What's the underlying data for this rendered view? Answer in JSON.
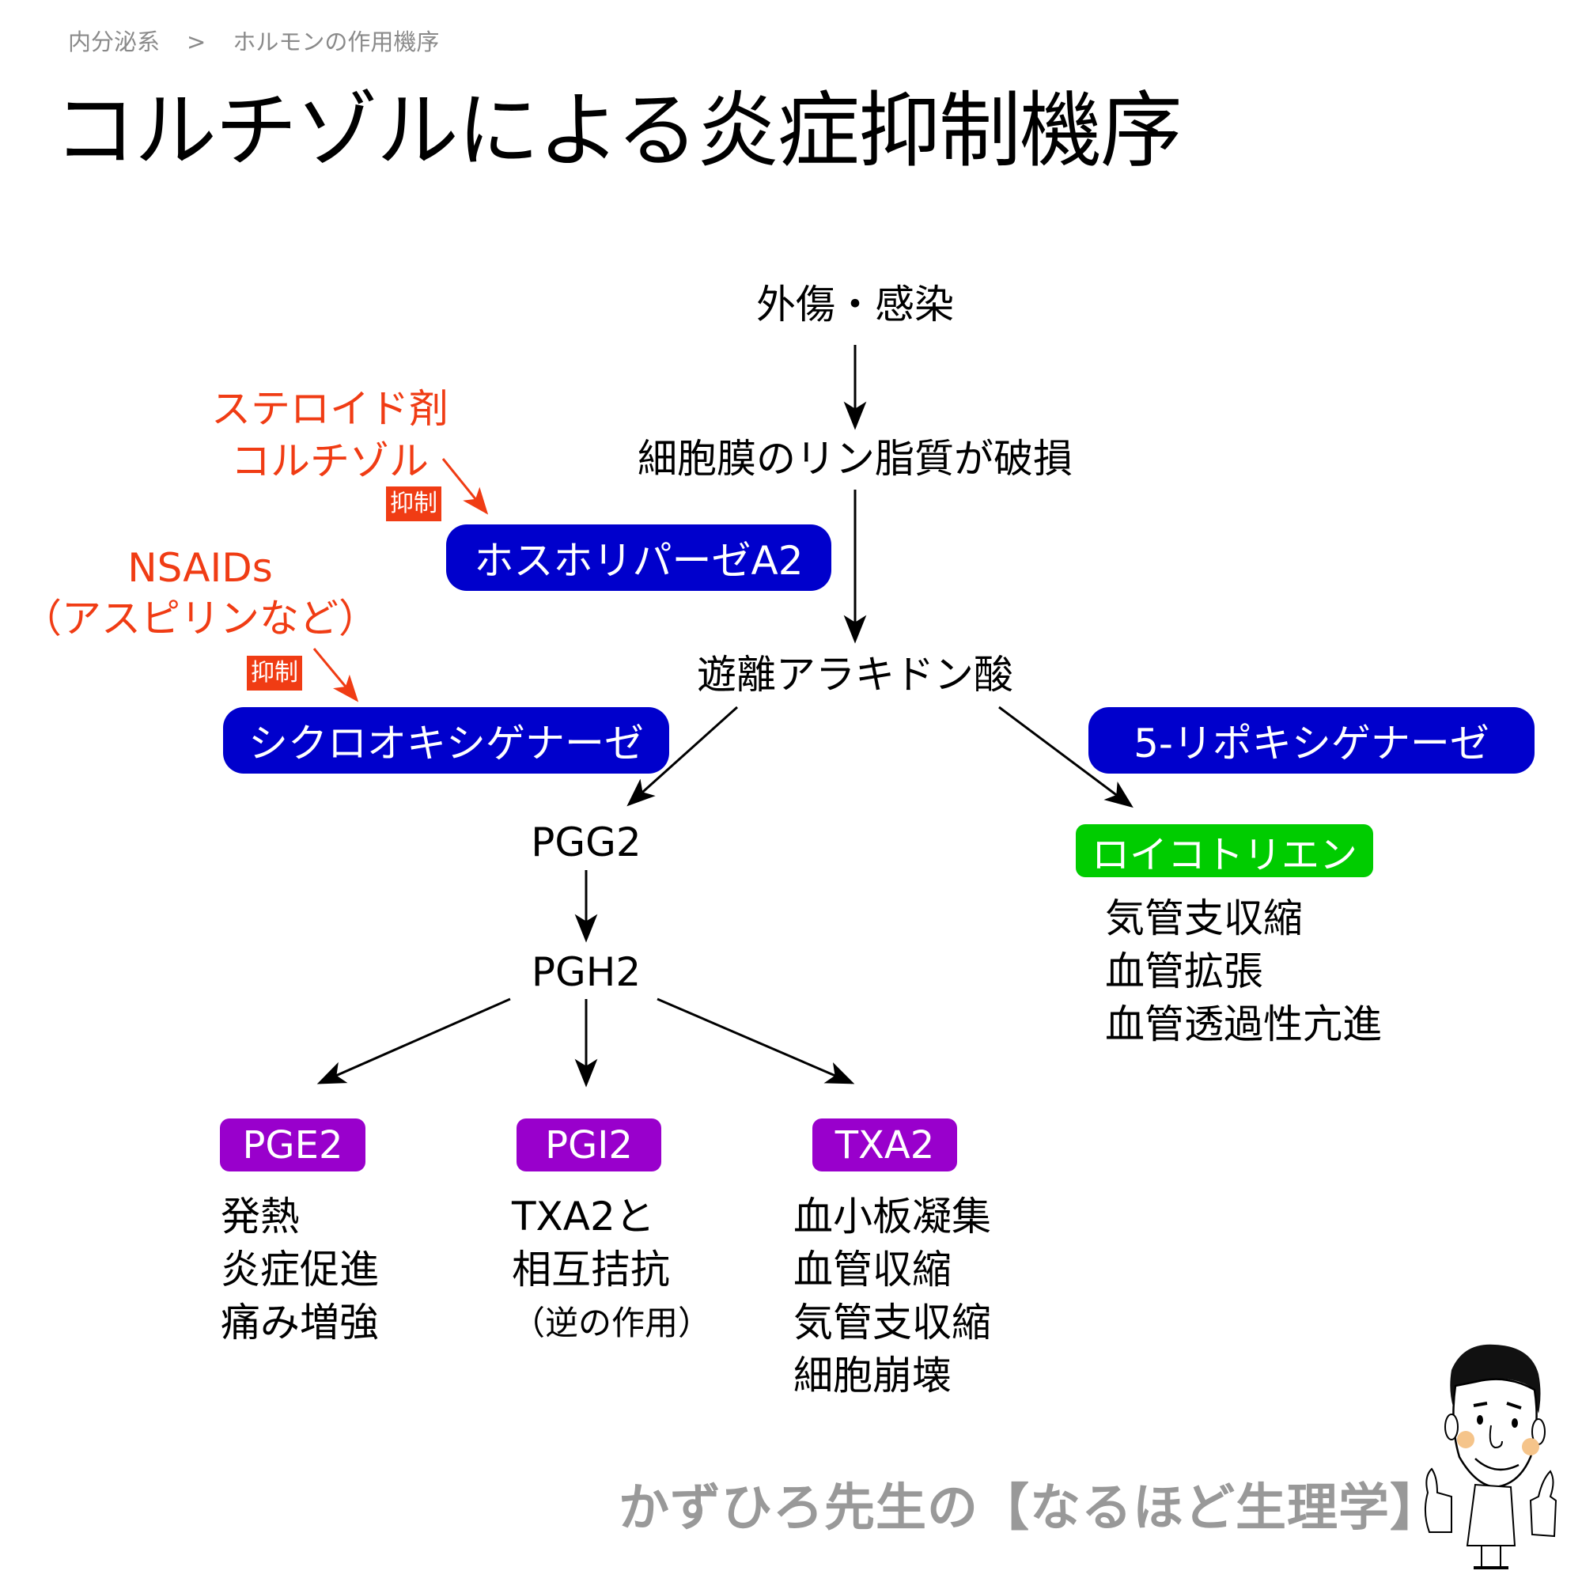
{
  "breadcrumb": {
    "parent": "内分泌系",
    "separator": ">",
    "current": "ホルモンの作用機序"
  },
  "title": "コルチゾルによる炎症抑制機序",
  "flow": {
    "trigger": "外傷・感染",
    "membrane": "細胞膜のリン脂質が破損",
    "arachidonic": "遊離アラキドン酸",
    "pgg2": "PGG2",
    "pgh2": "PGH2"
  },
  "enzymes": {
    "phospholipase": "ホスホリパーゼA2",
    "cyclooxygenase": "シクロオキシゲナーゼ",
    "lipoxygenase": "5-リポキシゲナーゼ"
  },
  "inhibitors": {
    "steroid": {
      "line1": "ステロイド剤",
      "line2": "コルチゾル",
      "badge": "抑制"
    },
    "nsaids": {
      "line1": "NSAIDs",
      "line2": "（アスピリンなど）",
      "badge": "抑制"
    }
  },
  "products": {
    "pge2": {
      "label": "PGE2",
      "effects": [
        "発熱",
        "炎症促進",
        "痛み増強"
      ]
    },
    "pgi2": {
      "label": "PGI2",
      "effects": [
        "TXA2と",
        "相互拮抗",
        "（逆の作用）"
      ]
    },
    "txa2": {
      "label": "TXA2",
      "effects": [
        "血小板凝集",
        "血管収縮",
        "気管支収縮",
        "細胞崩壊"
      ]
    },
    "leukotriene": {
      "label": "ロイコトリエン",
      "effects": [
        "気管支収縮",
        "血管拡張",
        "血管透過性亢進"
      ]
    }
  },
  "footer": "かずひろ先生の【なるほど生理学】",
  "colors": {
    "enzyme": "#0000cc",
    "inhibitor": "#f03c14",
    "prostaglandin": "#9900cc",
    "leukotriene": "#00cc00",
    "footer": "#999999",
    "breadcrumb": "#8a8a8a"
  }
}
